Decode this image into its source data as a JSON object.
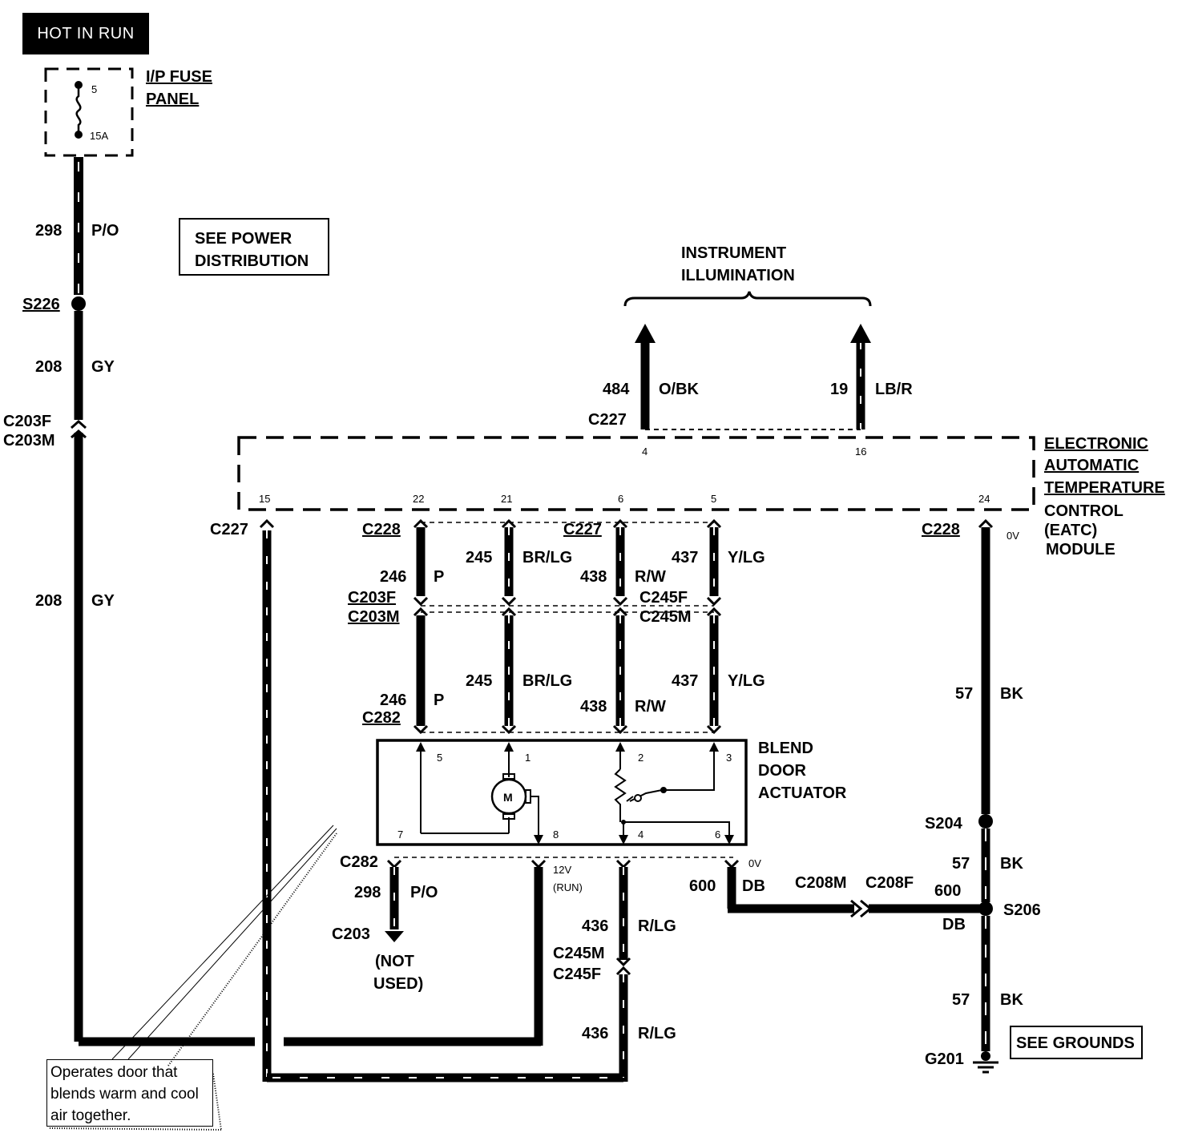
{
  "header": {
    "hot_label": "HOT IN RUN"
  },
  "fuse_panel": {
    "label_line1": "I/P FUSE",
    "label_line2": "PANEL",
    "fuse_number": "5",
    "fuse_rating": "15A"
  },
  "notes": {
    "see_power_line1": "SEE POWER",
    "see_power_line2": "DISTRIBUTION",
    "see_grounds": "SEE GROUNDS",
    "callout": "Operates door that blends warm and cool air together."
  },
  "instrument_illumination": {
    "line1": "INSTRUMENT",
    "line2": "ILLUMINATION"
  },
  "module": {
    "line1": "ELECTRONIC",
    "line2": "AUTOMATIC",
    "line3": "TEMPERATURE",
    "line4": "CONTROL",
    "line5": "(EATC)",
    "line6": "MODULE",
    "pins": {
      "p4": "4",
      "p16": "16",
      "p15": "15",
      "p22": "22",
      "p21": "21",
      "p6": "6",
      "p5": "5",
      "p24": "24"
    }
  },
  "actuator": {
    "line1": "BLEND",
    "line2": "DOOR",
    "line3": "ACTUATOR",
    "motor": "M",
    "pins": {
      "p5": "5",
      "p1": "1",
      "p2": "2",
      "p3": "3",
      "p7": "7",
      "p8": "8",
      "p4": "4",
      "p6": "6"
    }
  },
  "left_circuit": {
    "wire1_num": "298",
    "wire1_color": "P/O",
    "splice1": "S226",
    "wire2_num": "208",
    "wire2_color": "GY",
    "conn_f": "C203F",
    "conn_m": "C203M",
    "wire3_num": "208",
    "wire3_color": "GY"
  },
  "illum_wires": {
    "a_num": "484",
    "a_color": "O/BK",
    "a_conn": "C227",
    "b_num": "19",
    "b_color": "LB/R"
  },
  "module_connectors": {
    "c227_left": "C227",
    "c228_mid": "C228",
    "c227_mid": "C227",
    "c228_right": "C228",
    "zero_v": "0V"
  },
  "upper_wires": {
    "w246_num": "246",
    "w246_color": "P",
    "w245_num": "245",
    "w245_color": "BR/LG",
    "w438_num": "438",
    "w438_color": "R/W",
    "w437_num": "437",
    "w437_color": "Y/LG",
    "c203f": "C203F",
    "c203m": "C203M",
    "c245f": "C245F",
    "c245m": "C245M"
  },
  "lower_wires": {
    "w246_num": "246",
    "w246_color": "P",
    "c282": "C282",
    "w245_num": "245",
    "w245_color": "BR/LG",
    "w438_num": "438",
    "w438_color": "R/W",
    "w437_num": "437",
    "w437_color": "Y/LG"
  },
  "bottom_wires": {
    "c282": "C282",
    "w298_num": "298",
    "w298_color": "P/O",
    "c203": "C203",
    "not_used1": "(NOT",
    "not_used2": "USED)",
    "v12": "12V",
    "run": "(RUN)",
    "w436_num": "436",
    "w436_color": "R/LG",
    "c245m": "C245M",
    "c245f": "C245F",
    "w436b_num": "436",
    "w436b_color": "R/LG",
    "zero_v": "0V",
    "w600_num": "600",
    "w600_color": "DB",
    "c208m": "C208M",
    "c208f": "C208F",
    "w600b_num": "600",
    "w600b_color": "DB"
  },
  "right_circuit": {
    "w57a_num": "57",
    "w57a_color": "BK",
    "s204": "S204",
    "w57b_num": "57",
    "w57b_color": "BK",
    "s206": "S206",
    "w57c_num": "57",
    "w57c_color": "BK",
    "g201": "G201"
  }
}
